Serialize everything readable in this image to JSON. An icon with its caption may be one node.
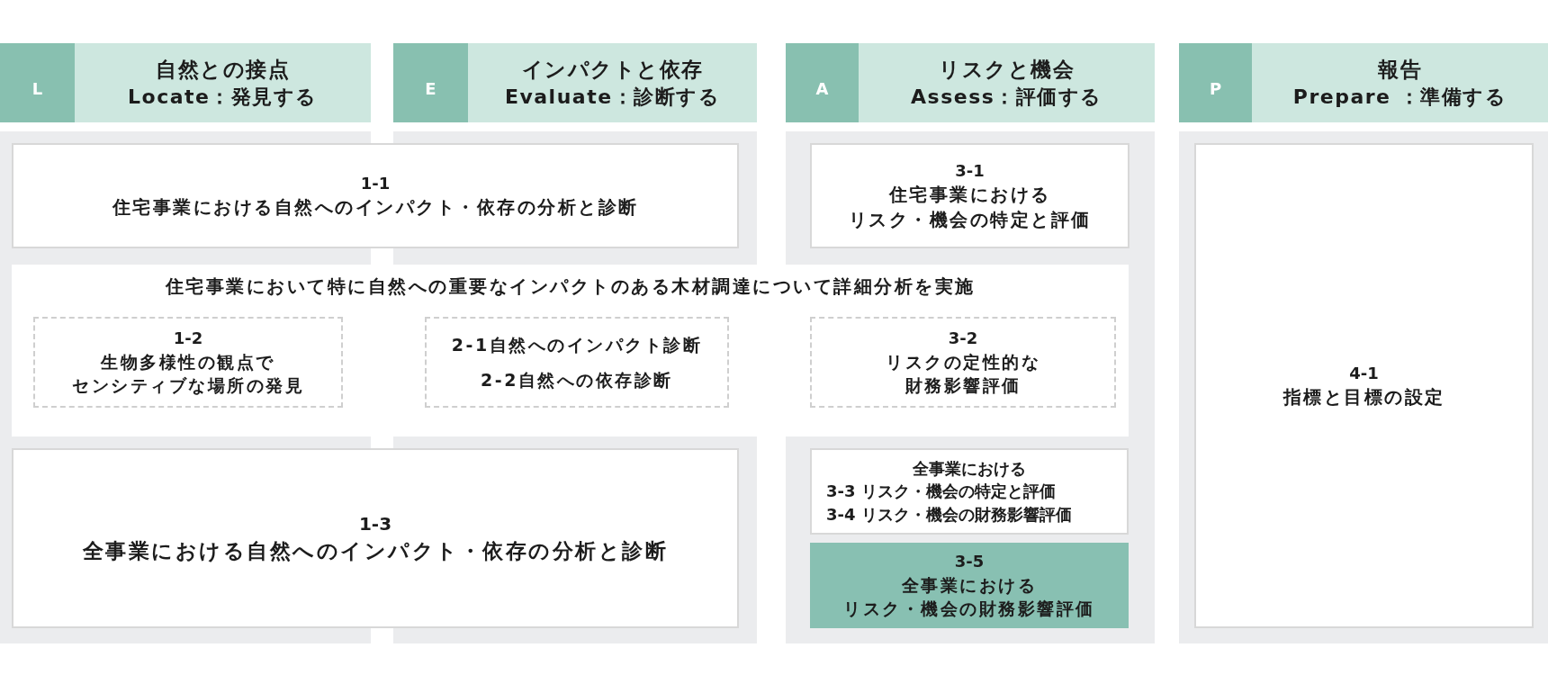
{
  "diagram": {
    "nodes": [
      {
        "text": [
          "L"
        ]
      },
      {
        "text": [
          "自然との接点",
          "Locate：発見する"
        ]
      },
      {
        "text": [
          "E"
        ]
      },
      {
        "text": [
          "インパクトと依存",
          "Evaluate：診断する"
        ]
      },
      {
        "text": [
          "A"
        ]
      },
      {
        "text": [
          "リスクと機会",
          "Assess：評価する"
        ]
      },
      {
        "text": [
          "P"
        ]
      },
      {
        "text": [
          "報告",
          "Prepare ：準備する"
        ]
      },
      {
        "text": [
          "1-1",
          "住宅事業における自然へのインパクト・依存の分析と診断"
        ]
      },
      {
        "text": [
          "3-1",
          "住宅事業におけるリスク・機会の特定と評価"
        ]
      },
      {
        "text": [
          "4-1",
          "指標と目標の設定"
        ]
      },
      {
        "text": [
          "住宅事業において特に自然への重要なインパクトのある木材調達について詳細分析を実施"
        ]
      },
      {
        "text": [
          "1-2",
          "生物多様性の観点でセンシティブな場所の発見"
        ],
        "in": 11
      },
      {
        "text": [
          "2-1自然へのインパクト診断",
          "2-2自然への依存診断"
        ],
        "in": 11
      },
      {
        "text": [
          "3-2",
          "リスクの定性的な財務影響評価"
        ],
        "in": 11
      },
      {
        "text": [
          "1-3",
          "全事業における自然へのインパクト・依存の分析と診断"
        ]
      },
      {
        "text": [
          "全事業における",
          "3-3 リスク・機会の特定と評価",
          "3-4 リスク・機会の財務影響評価"
        ]
      },
      {
        "text": [
          "3-5",
          "全事業におけるリスク・機会の財務影響評価"
        ]
      }
    ]
  }
}
